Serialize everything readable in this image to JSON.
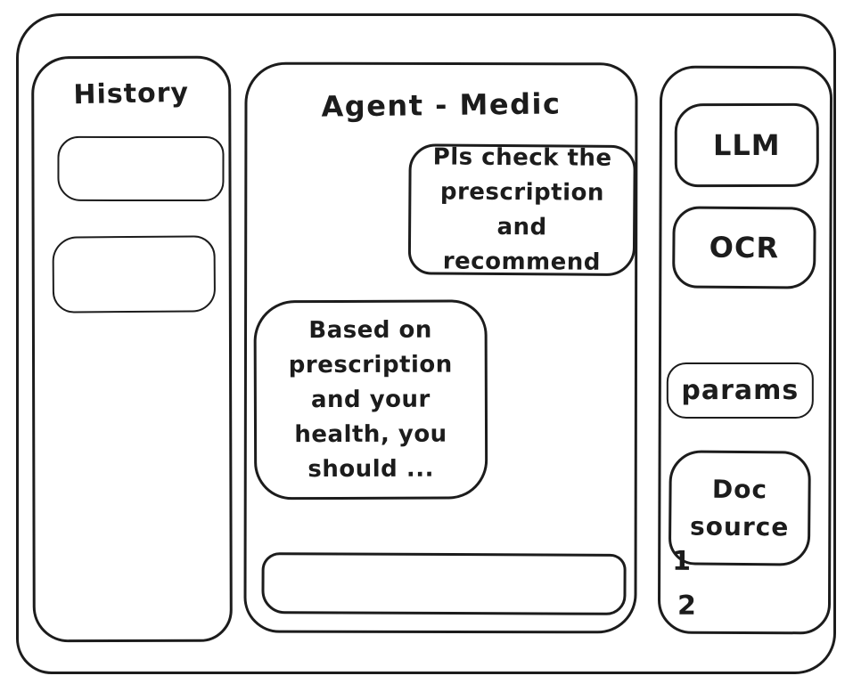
{
  "history_panel": {
    "title": "History",
    "items": [
      {
        "label": ""
      },
      {
        "label": ""
      }
    ]
  },
  "chat_panel": {
    "title": "Agent - Medic",
    "messages": [
      {
        "role": "user",
        "text": "Pls check the\nprescription\nand recommend"
      },
      {
        "role": "assistant",
        "text": "Based on\nprescription\nand your\nhealth, you\nshould ..."
      }
    ],
    "input": {
      "value": "",
      "placeholder": ""
    }
  },
  "tools_panel": {
    "llm_label": "LLM",
    "ocr_label": "OCR",
    "params_label": "params",
    "doc_source_label": "Doc\nsource",
    "doc_source_items": [
      "1",
      "2"
    ]
  },
  "colors": {
    "stroke": "#1c1c1c",
    "background": "#ffffff"
  }
}
